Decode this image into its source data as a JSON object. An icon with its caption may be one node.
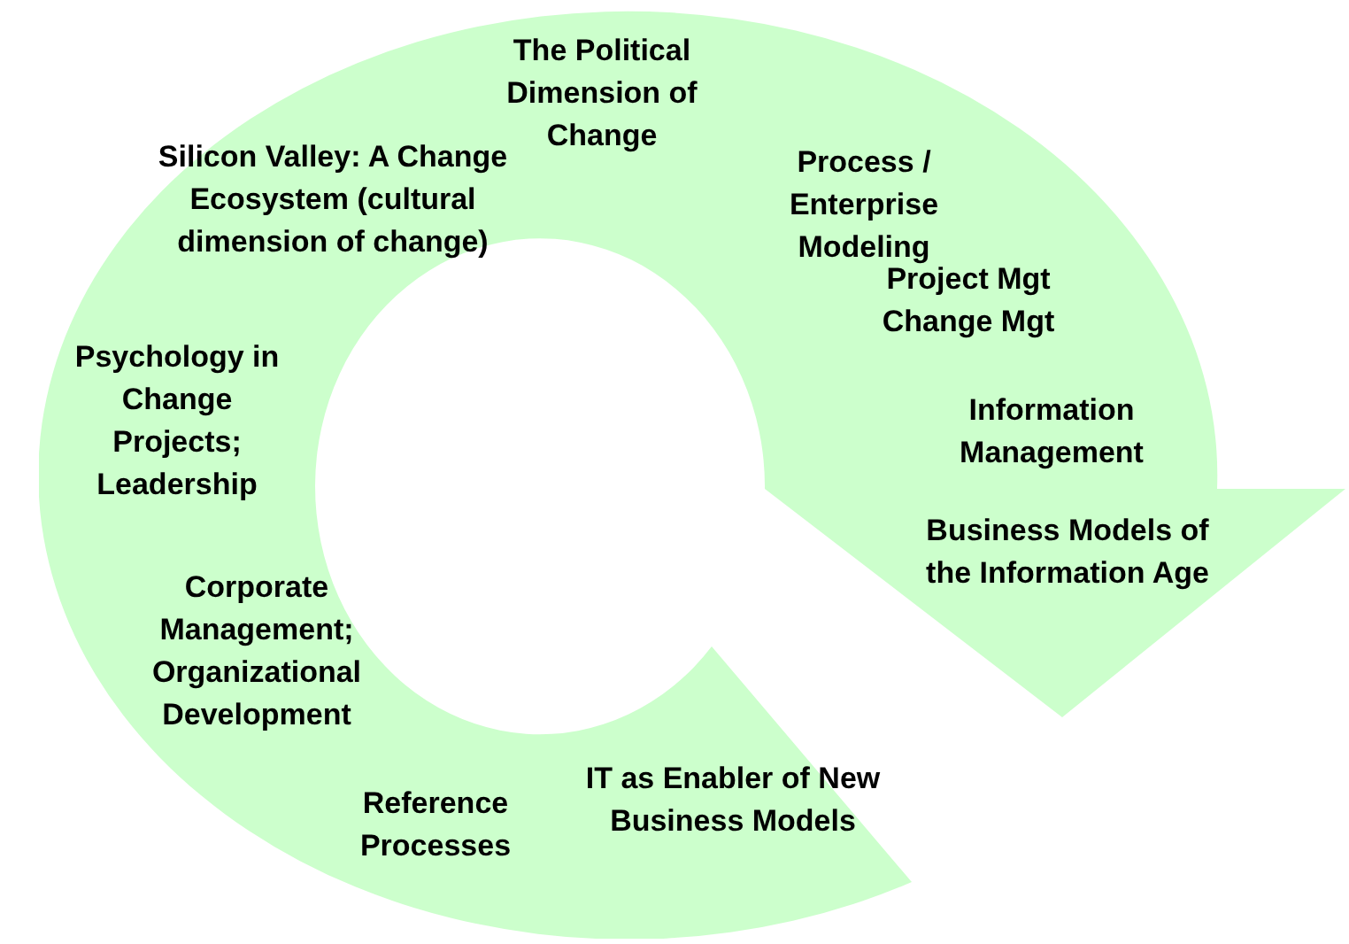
{
  "diagram": {
    "nodes": [
      {
        "text": [
          "The Political Dimension of Change",
          "Silicon Valley: A Change Ecosystem (cultural dimension of change)",
          "Process / Enterprise Modeling",
          "Project Mgt Change Mgt",
          "Psychology in Change Projects; Leadership",
          "Information Management",
          "Business Models of the Information Age",
          "Corporate Management; Organizational Development",
          "Reference Processes",
          "IT as Enabler of New Business Models"
        ]
      }
    ]
  }
}
